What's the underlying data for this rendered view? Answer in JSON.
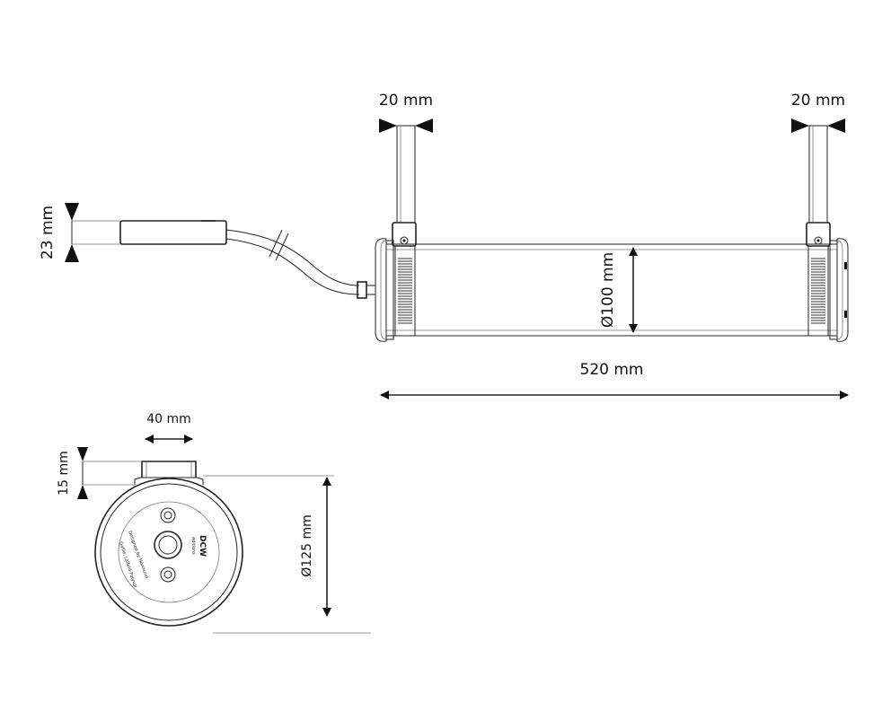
{
  "dimensions": {
    "arm_left_width": "20 mm",
    "arm_right_width": "20 mm",
    "driver_height": "23 mm",
    "tube_diameter": "Ø100 mm",
    "tube_length": "520 mm",
    "bracket_width": "40 mm",
    "bracket_height": "15 mm",
    "endcap_diameter": "Ø125 mm"
  },
  "endcap": {
    "brand_letters": "DCW",
    "brand_sub": "éditions",
    "ring_text_1": "Designed by Hörmund",
    "ring_text_2": "Gallie, Lalfeld-Palyvai"
  }
}
